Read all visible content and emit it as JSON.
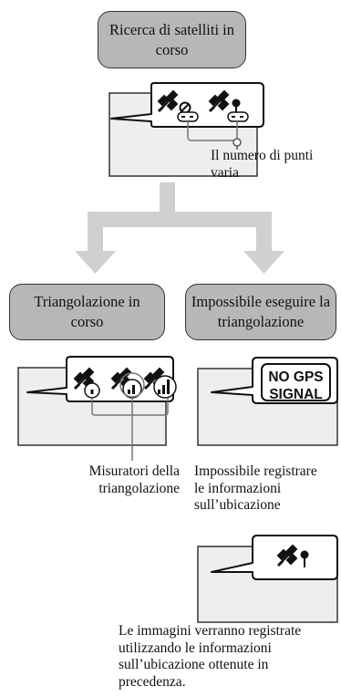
{
  "boxes": {
    "searching": "Ricerca di satelliti in corso",
    "triangulating": "Triangolazione in corso",
    "cannot_triangulate": "Impossibile eseguire la triangolazione"
  },
  "captions": {
    "points_vary": [
      "Il numero di punti",
      "varia"
    ],
    "meters": [
      "Misuratori della",
      "triangolazione"
    ],
    "cannot_record": [
      "Impossibile registrare",
      "le informazioni",
      "sull’ubicazione"
    ],
    "recorded_previous": [
      "Le immagini verranno registrate",
      "utilizzando le informazioni",
      "sull’ubicazione ottenute in",
      "precedenza."
    ]
  },
  "badge": {
    "line1": "NO GPS",
    "line2": "SIGNAL"
  },
  "colors": {
    "box_fill": "#b7b7b7",
    "arrow": "#d0d0d0",
    "screen_fill": "#eeeeee",
    "ink": "#111111"
  },
  "icons": [
    "satellite-searching-icon",
    "satellite-pin-icon",
    "satellite-signal-1-icon",
    "satellite-signal-2-icon",
    "satellite-signal-3-icon",
    "location-pin-icon"
  ]
}
